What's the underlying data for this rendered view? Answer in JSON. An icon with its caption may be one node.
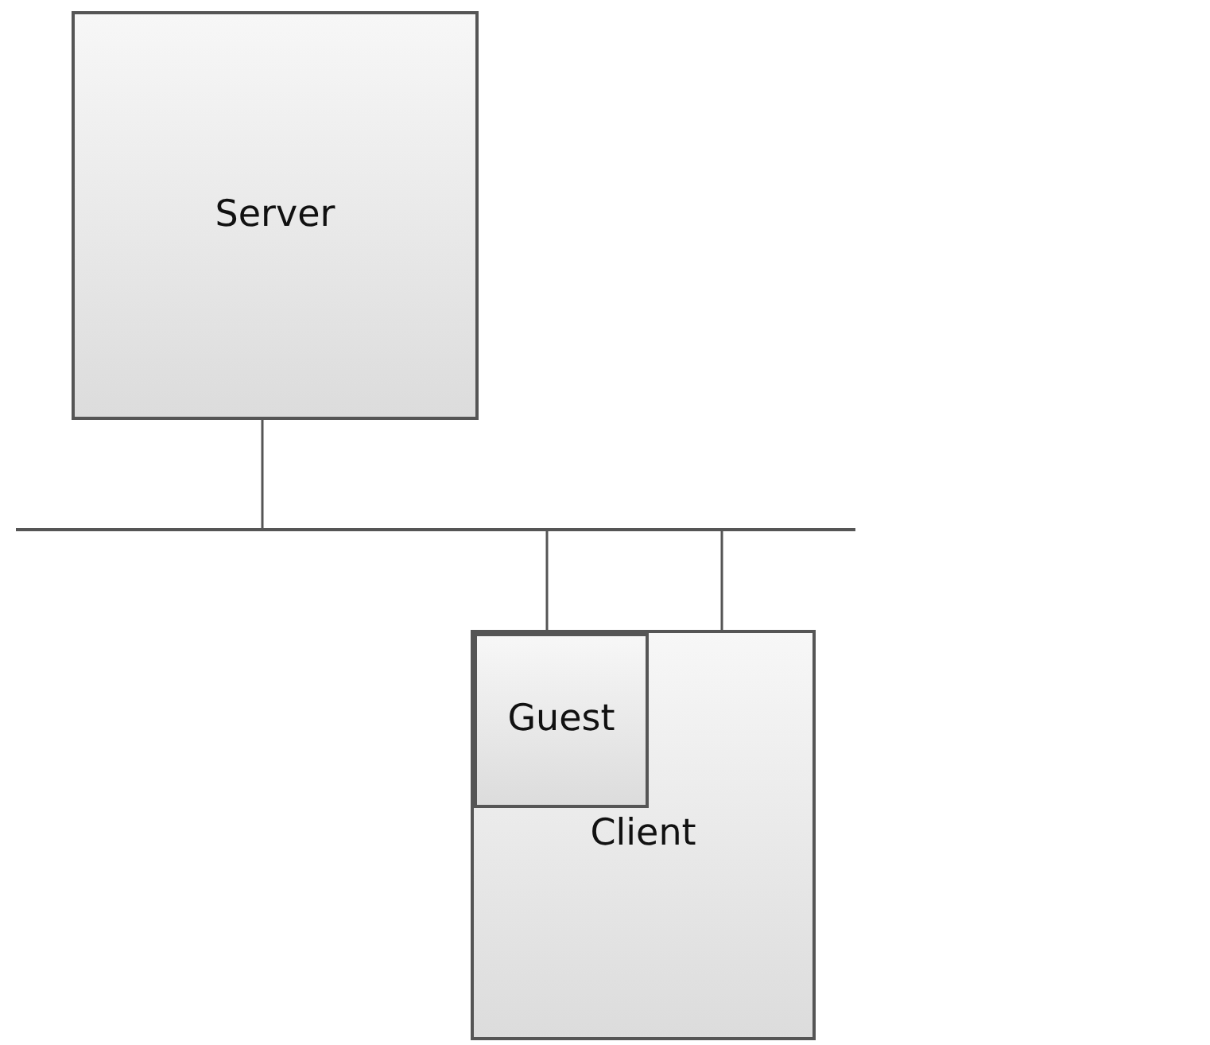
{
  "diagram": {
    "nodes": [
      {
        "text": [
          "Server"
        ]
      },
      {
        "text": [],
        "shape": "bar"
      },
      {
        "text": [
          "Client"
        ]
      },
      {
        "text": [
          "Guest"
        ],
        "in": 2
      }
    ],
    "edges": [
      {
        "from": 0,
        "to": 1,
        "arrow": "none"
      },
      {
        "from": 1,
        "to": 3,
        "arrow": "none"
      },
      {
        "from": 1,
        "to": 2,
        "arrow": "none"
      }
    ]
  }
}
